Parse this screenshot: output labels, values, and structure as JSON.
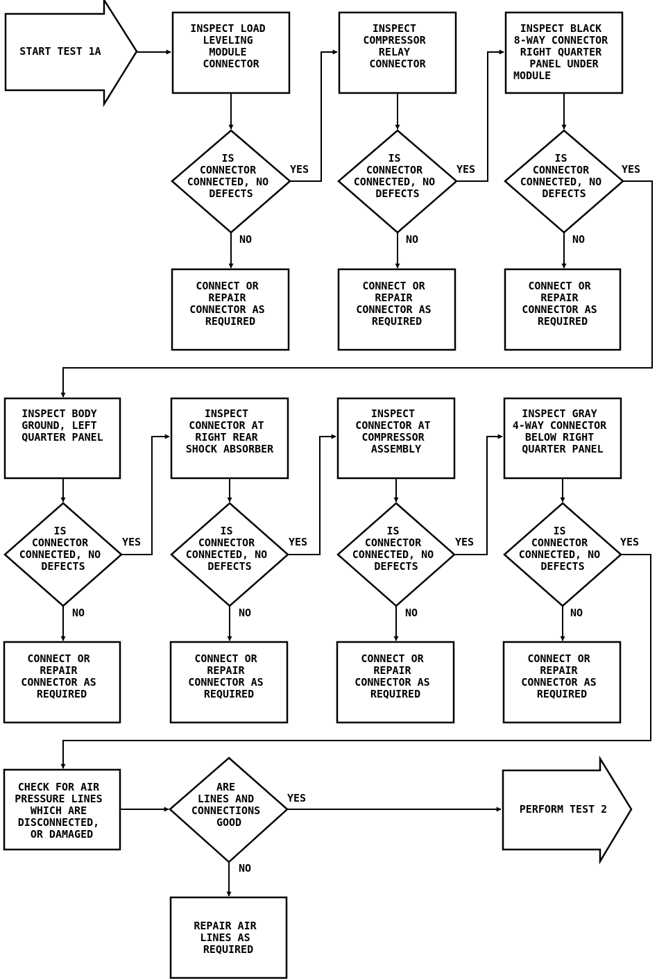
{
  "start": {
    "text": [
      "START TEST 1A"
    ]
  },
  "end": {
    "text": [
      "PERFORM TEST 2"
    ]
  },
  "labels": {
    "yes": "YES",
    "no": "NO"
  },
  "decision_connector": [
    "IS",
    "CONNECTOR",
    "CONNECTED, NO",
    "DEFECTS"
  ],
  "repair_connector": [
    "CONNECT OR",
    "REPAIR",
    "CONNECTOR AS",
    "REQUIRED"
  ],
  "row1_inspect": [
    [
      "INSPECT LOAD",
      "LEVELING",
      "MODULE",
      "CONNECTOR"
    ],
    [
      "INSPECT",
      "COMPRESSOR",
      "RELAY",
      "CONNECTOR"
    ],
    [
      "INSPECT BLACK",
      "8-WAY CONNECTOR",
      "RIGHT QUARTER",
      "PANEL UNDER",
      "MODULE"
    ]
  ],
  "row2_inspect": [
    [
      "INSPECT BODY",
      "GROUND, LEFT",
      "QUARTER PANEL"
    ],
    [
      "INSPECT",
      "CONNECTOR AT",
      "RIGHT REAR",
      "SHOCK ABSORBER"
    ],
    [
      "INSPECT",
      "CONNECTOR AT",
      "COMPRESSOR",
      "ASSEMBLY"
    ],
    [
      "INSPECT GRAY",
      "4-WAY CONNECTOR",
      "BELOW RIGHT",
      "QUARTER PANEL"
    ]
  ],
  "row3": {
    "check": [
      "CHECK FOR AIR",
      "PRESSURE LINES",
      "WHICH ARE",
      "DISCONNECTED,",
      "OR DAMAGED"
    ],
    "decision": [
      "ARE",
      "LINES AND",
      "CONNECTIONS",
      "GOOD"
    ],
    "repair": [
      "REPAIR AIR",
      "LINES AS",
      "REQUIRED"
    ]
  }
}
